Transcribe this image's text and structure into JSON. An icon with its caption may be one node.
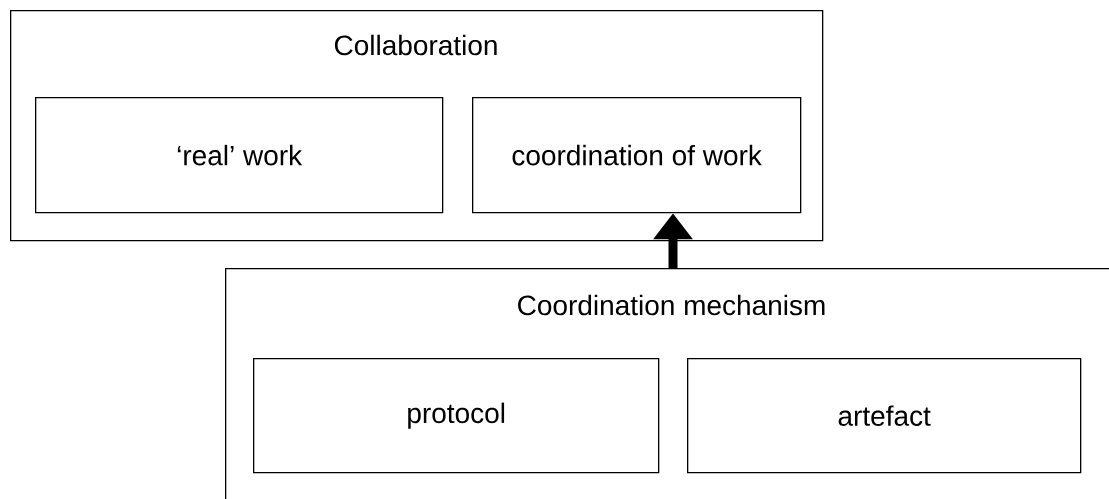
{
  "diagram": {
    "nodes": [
      {
        "text": [
          "Collaboration"
        ]
      },
      {
        "text": [
          "‘real’ work"
        ],
        "in": 0
      },
      {
        "text": [
          "coordination of work"
        ],
        "in": 0
      },
      {
        "text": [
          "Coordination mechanism"
        ]
      },
      {
        "text": [
          "protocol"
        ],
        "in": 3
      },
      {
        "text": [
          "artefact"
        ],
        "in": 3
      }
    ],
    "edges": [
      {
        "from": 3,
        "to": 2,
        "arrow": "to"
      }
    ]
  }
}
